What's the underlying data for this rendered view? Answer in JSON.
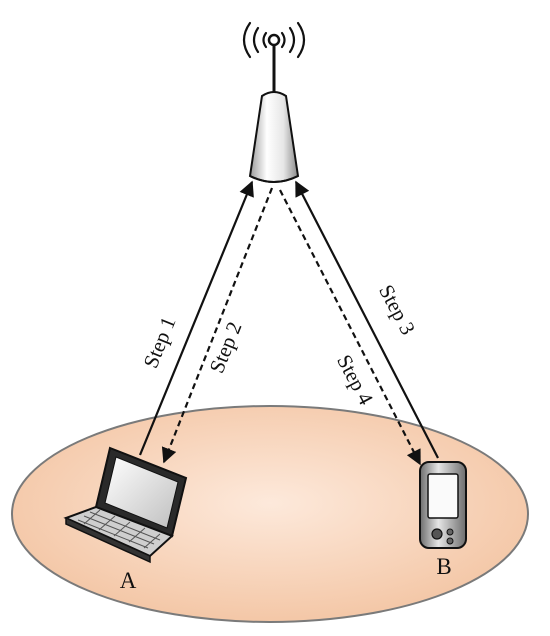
{
  "diagram": {
    "steps": [
      {
        "label": "Step 1",
        "style": "solid",
        "direction": "A to tower"
      },
      {
        "label": "Step 2",
        "style": "dashed",
        "direction": "tower to A"
      },
      {
        "label": "Step 3",
        "style": "solid",
        "direction": "B to tower"
      },
      {
        "label": "Step 4",
        "style": "dashed",
        "direction": "tower to B"
      }
    ],
    "nodes": {
      "a": {
        "label": "A",
        "device": "laptop-icon"
      },
      "b": {
        "label": "B",
        "device": "pda-icon"
      },
      "tower": {
        "device": "base-station-icon"
      }
    },
    "colors": {
      "area_fill": "#f6cdb0",
      "area_edge": "#7a7a7a",
      "stroke": "#111111"
    }
  }
}
